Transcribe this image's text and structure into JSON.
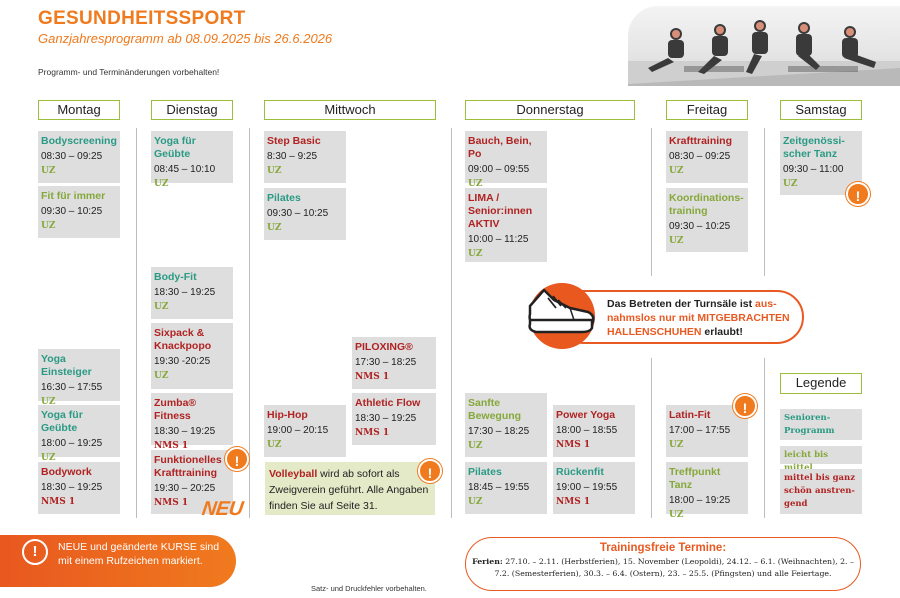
{
  "header": {
    "title": "GESUNDHEITSSPORT",
    "subtitle": "Ganzjahresprogramm ab 08.09.2025 bis 26.6.2026",
    "note": "Programm- und Terminänderungen vorbehalten!"
  },
  "days": {
    "mon": "Montag",
    "tue": "Dienstag",
    "wed": "Mittwoch",
    "thu": "Donnerstag",
    "fri": "Freitag",
    "sat": "Samstag"
  },
  "courses": {
    "mon_bodyscreening": {
      "name": "Bodyscreening",
      "time": "08:30 – 09:25",
      "loc": "UZ"
    },
    "mon_fit": {
      "name": "Fit für immer",
      "time": "09:30 – 10:25",
      "loc": "UZ"
    },
    "mon_yoga_einsteiger": {
      "name": "Yoga Einsteiger",
      "time": "16:30  – 17:55",
      "loc": "UZ"
    },
    "mon_yoga_geuebte": {
      "name": "Yoga für Geübte",
      "time": "18:00 – 19:25",
      "loc": "UZ"
    },
    "mon_bodywork": {
      "name": "Bodywork",
      "time": "18:30 – 19:25",
      "loc": "NMS 1"
    },
    "tue_yoga": {
      "name": "Yoga für Geübte",
      "time": "08:45 – 10:10",
      "loc": "UZ"
    },
    "tue_bodyfit": {
      "name": "Body-Fit",
      "time": "18:30 – 19:25",
      "loc": "UZ"
    },
    "tue_sixpack": {
      "name": "Sixpack & Knackpopo",
      "time": "19:30 -20:25",
      "loc": "UZ"
    },
    "tue_zumba": {
      "name": "Zumba® Fitness",
      "time": "18:30 – 19:25",
      "loc": "NMS 1"
    },
    "tue_funktionell": {
      "name": "Funktionelles Krafttraining",
      "time": "19:30 – 20:25",
      "loc": "NMS 1"
    },
    "wed_step": {
      "name": "Step Basic",
      "time": "8:30 – 9:25",
      "loc": "UZ"
    },
    "wed_pilates": {
      "name": "Pilates",
      "time": "09:30 – 10:25",
      "loc": "UZ"
    },
    "wed_piloxing": {
      "name": "PILOXING®",
      "time": "17:30 – 18:25",
      "loc": "NMS 1"
    },
    "wed_athletic": {
      "name": "Athletic Flow",
      "time": "18:30 – 19:25",
      "loc": "NMS 1"
    },
    "wed_hiphop": {
      "name": "Hip-Hop",
      "time": "19:00 – 20:15",
      "loc": "UZ"
    },
    "thu_bauch": {
      "name": "Bauch, Bein, Po",
      "time": "09:00 – 09:55",
      "loc": "UZ"
    },
    "thu_lima": {
      "name": "LIMA / Senior:innen AKTIV",
      "time": "10:00 – 11:25",
      "loc": "UZ"
    },
    "thu_sanfte": {
      "name": "Sanfte Bewegung",
      "time": "17:30 – 18:25",
      "loc": "UZ"
    },
    "thu_poweryoga": {
      "name": "Power Yoga",
      "time": "18:00 – 18:55",
      "loc": "NMS 1"
    },
    "thu_pilates": {
      "name": "Pilates",
      "time": "18:45  – 19:55",
      "loc": "UZ"
    },
    "thu_rueckenfit": {
      "name": "Rückenfit",
      "time": "19:00 – 19:55",
      "loc": "NMS 1"
    },
    "fri_kraft": {
      "name": "Krafttraining",
      "time": "08:30 – 09:25",
      "loc": "UZ"
    },
    "fri_koord": {
      "name": "Koordinations-training",
      "time": "09:30 – 10:25",
      "loc": "UZ"
    },
    "fri_latin": {
      "name": "Latin-Fit",
      "time": "17:00 – 17:55",
      "loc": "UZ"
    },
    "fri_tanz": {
      "name": "Treffpunkt Tanz",
      "time": "18:00 – 19:25",
      "loc": "UZ"
    },
    "sat_tanz": {
      "name": "Zeitgenössi-scher Tanz",
      "time": "09:30 – 11:00",
      "loc": "UZ"
    }
  },
  "volleyball": {
    "name": "Volleyball",
    "text": "wird ab sofort als Zweigverein geführt. Alle Angaben finden Sie auf Seite 31."
  },
  "new_badge": "NEU",
  "shoe_banner": {
    "part1": "Das Betreten der Turnsäle ist ",
    "part2": "aus-nahmslos nur mit MITGEBRACHTEN HALLENSCHUHEN",
    "part3": " erlaubt!"
  },
  "legend": {
    "title": "Legende",
    "senior": "Senioren-Programm",
    "easy": "leicht bis mittel",
    "hard": "mittel bis ganz schön anstren-gend"
  },
  "banner_left": {
    "text": "NEUE und geänderte KURSE sind mit einem Rufzeichen markiert."
  },
  "footnote": "Satz- und Druckfehler vorbehalten.",
  "free_days": {
    "title": "Trainingsfreie Termine:",
    "label": "Ferien:",
    "text": " 27.10. – 2.11. (Herbstferien), 15. November (Leopoldi), 24.12. – 6.1. (Weihnachten), 2. – 7.2. (Semesterferien), 30.3. – 6.4. (Ostern), 23. – 25.5. (Pfingsten) und alle Feiertage."
  },
  "colors": {
    "orange": "#f07a1e",
    "teal": "#2a9a84",
    "red": "#b12222",
    "green": "#86a83a",
    "card": "#dedede",
    "header_border": "#9bbf3b"
  },
  "icons": [
    "exclamation-icon",
    "shoe-icon"
  ]
}
